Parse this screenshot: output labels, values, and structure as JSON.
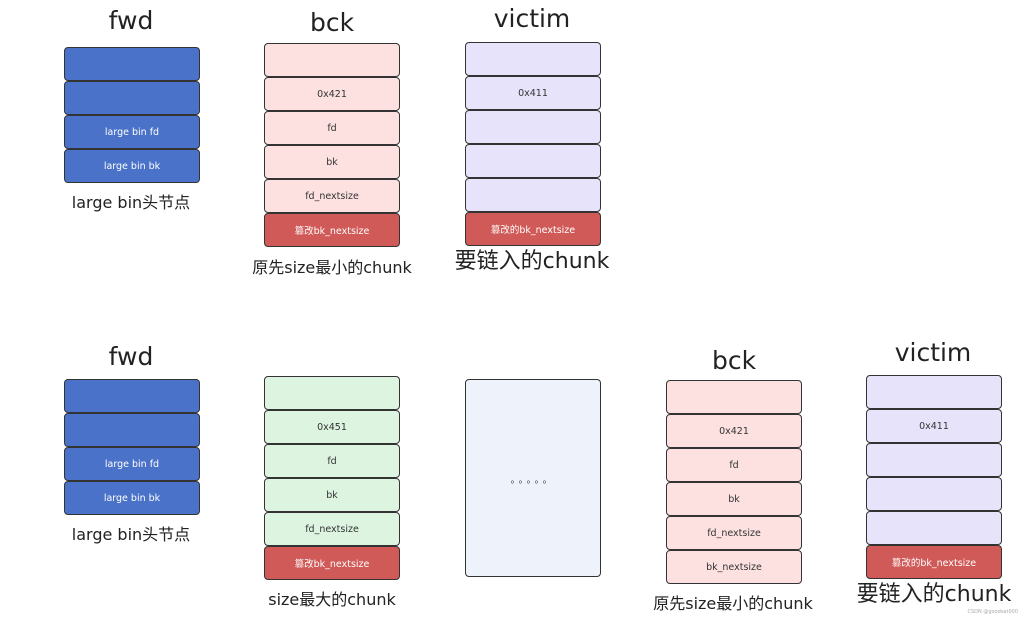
{
  "top": {
    "fwd": {
      "title": "fwd",
      "cells": [
        "",
        "",
        "large bin fd",
        "large bin bk"
      ],
      "caption": "large bin头节点"
    },
    "bck": {
      "title": "bck",
      "cells": [
        "",
        "0x421",
        "fd",
        "bk",
        "fd_nextsize",
        "篡改bk_nextsize"
      ],
      "caption": "原先size最小的chunk"
    },
    "victim": {
      "title": "victim",
      "cells": [
        "",
        "0x411",
        "",
        "",
        "",
        "篡改的bk_nextsize"
      ],
      "caption": "要链入的chunk"
    }
  },
  "bottom": {
    "fwd": {
      "title": "fwd",
      "cells": [
        "",
        "",
        "large bin fd",
        "large bin bk"
      ],
      "caption": "large bin头节点"
    },
    "middle": {
      "cells": [
        "",
        "0x451",
        "fd",
        "bk",
        "fd_nextsize",
        "篡改bk_nextsize"
      ],
      "caption": "size最大的chunk"
    },
    "ellipsis": "。。。。。",
    "bck": {
      "title": "bck",
      "cells": [
        "",
        "0x421",
        "fd",
        "bk",
        "fd_nextsize",
        "bk_nextsize"
      ],
      "caption": "原先size最小的chunk"
    },
    "victim": {
      "title": "victim",
      "cells": [
        "",
        "0x411",
        "",
        "",
        "",
        "篡改的bk_nextsize"
      ],
      "caption": "要链入的chunk"
    }
  },
  "watermark": "CSDN @goodsat000",
  "colors": {
    "blue": "#4a72c9",
    "pink": "#fde1e1",
    "purple": "#e7e3fb",
    "green": "#dcf4e0",
    "red": "#d05a57"
  }
}
